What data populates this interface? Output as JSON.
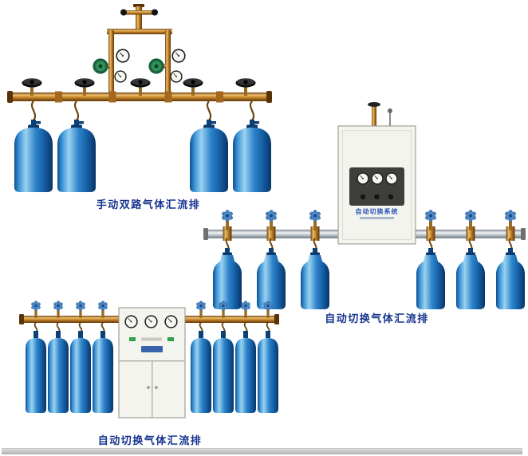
{
  "page": {
    "background": "#ffffff"
  },
  "products": [
    {
      "caption": "手动双路气体汇流排",
      "cylinder_count": 4
    },
    {
      "caption": "自动切换气体汇流排",
      "cabinet_label": "自动切换系统",
      "cylinder_count": 6
    },
    {
      "caption": "自动切换气体汇流排",
      "cylinder_count": 8
    }
  ],
  "colors": {
    "caption_text": "#17348f",
    "cylinder_blue": "#2e84cb",
    "brass_pipe": "#c8872b",
    "silver_pipe": "#aeb6bd",
    "cabinet_body": "#f4f4ef",
    "regulator_green": "#2f9159",
    "valve_blue": "#4d89c8"
  }
}
